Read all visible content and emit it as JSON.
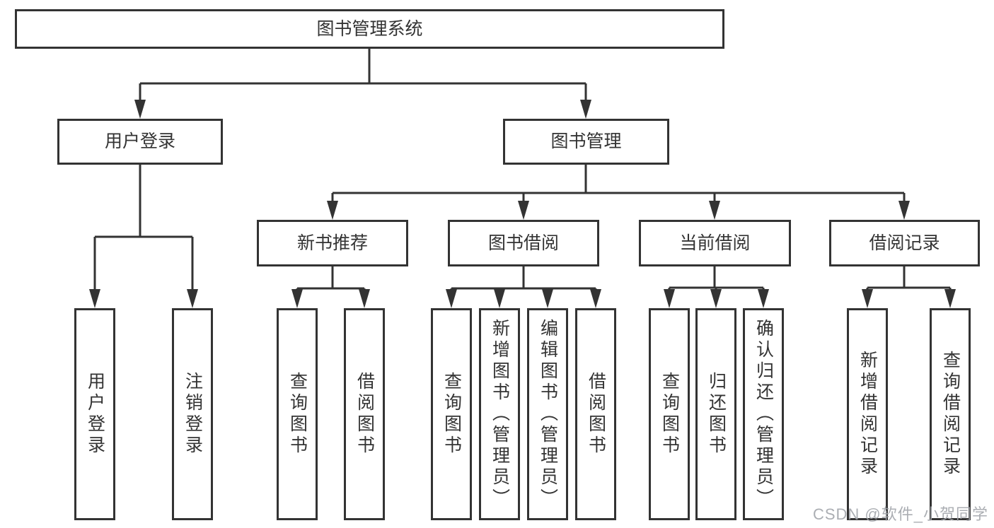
{
  "colors": {
    "line": "#333333",
    "box_bg": "#ffffff",
    "text": "#333333",
    "watermark": "#a2a6ab"
  },
  "watermark": {
    "text": "CSDN @软件_小贺同学"
  },
  "nodes": {
    "root": {
      "label": "图书管理系统"
    },
    "user_login": {
      "label": "用户登录"
    },
    "book_mgmt": {
      "label": "图书管理"
    },
    "new_book_rec": {
      "label": "新书推荐"
    },
    "book_borrow": {
      "label": "图书借阅"
    },
    "current_borrow": {
      "label": "当前借阅"
    },
    "borrow_records": {
      "label": "借阅记录"
    },
    "leaf_user_login": {
      "label": "用户登录"
    },
    "leaf_logout": {
      "label": "注销登录"
    },
    "leaf_query_book_1": {
      "label": "查询图书"
    },
    "leaf_borrow_book_1": {
      "label": "借阅图书"
    },
    "leaf_query_book_2": {
      "label": "查询图书"
    },
    "leaf_add_book": {
      "label": "新增图书（管理员）"
    },
    "leaf_edit_book": {
      "label": "编辑图书（管理员）"
    },
    "leaf_borrow_book_2": {
      "label": "借阅图书"
    },
    "leaf_query_book_3": {
      "label": "查询图书"
    },
    "leaf_return_book": {
      "label": "归还图书"
    },
    "leaf_confirm_return": {
      "label": "确认归还（管理员）"
    },
    "leaf_add_borrow_record": {
      "label": "新增借阅记录"
    },
    "leaf_query_borrow_record": {
      "label": "查询借阅记录"
    }
  }
}
